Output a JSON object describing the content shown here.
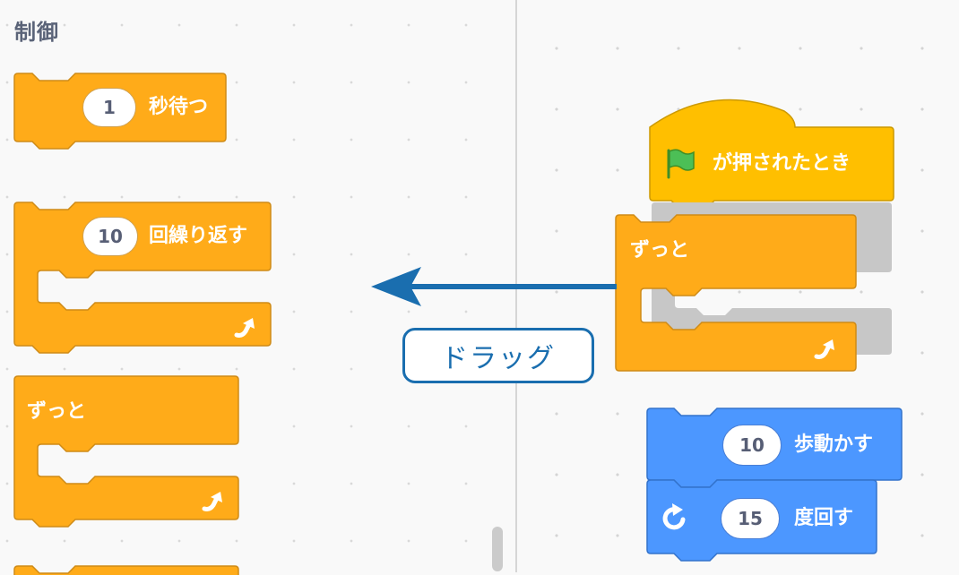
{
  "palette": {
    "category_title": "制御",
    "wait_block": {
      "value": "1",
      "label": "秒待つ"
    },
    "repeat_block": {
      "value": "10",
      "label": "回繰り返す"
    },
    "forever_block": {
      "label": "ずっと"
    }
  },
  "workspace": {
    "hat_block": {
      "label": "が押されたとき",
      "icon": "green-flag-icon"
    },
    "forever_block": {
      "label": "ずっと"
    },
    "move_block": {
      "value": "10",
      "label": "歩動かす"
    },
    "turn_block": {
      "value": "15",
      "label": "度回す",
      "icon": "rotate-right-icon"
    }
  },
  "annotation": {
    "drag_label": "ドラッグ"
  },
  "colors": {
    "control": "#ffab19",
    "control_border": "#cf8b17",
    "events": "#ffbf00",
    "motion": "#4c97ff",
    "annotation": "#1a6eaf"
  }
}
